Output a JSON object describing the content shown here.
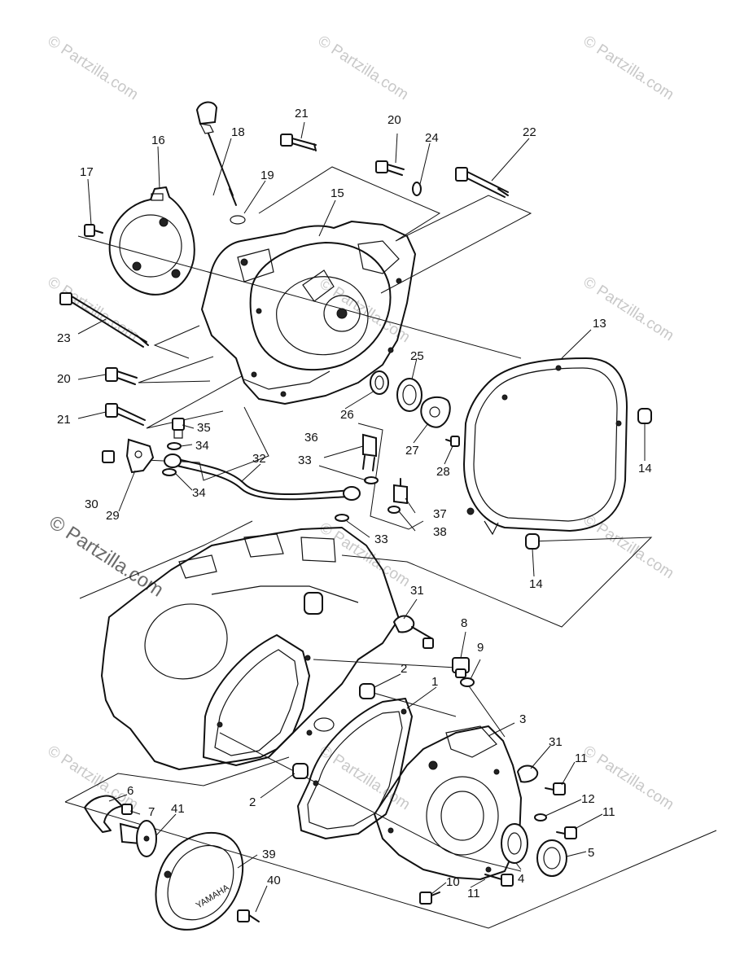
{
  "watermark": {
    "text": "© Partzilla.com"
  },
  "cover_logo_text": "YAMAHA",
  "colors": {
    "line": "#111111",
    "watermark": "#c8c8c8",
    "background": "#ffffff"
  },
  "callouts": [
    {
      "id": "c1",
      "label": "1"
    },
    {
      "id": "c2a",
      "label": "2"
    },
    {
      "id": "c2b",
      "label": "2"
    },
    {
      "id": "c3",
      "label": "3"
    },
    {
      "id": "c4",
      "label": "4"
    },
    {
      "id": "c5",
      "label": "5"
    },
    {
      "id": "c6",
      "label": "6"
    },
    {
      "id": "c7",
      "label": "7"
    },
    {
      "id": "c8",
      "label": "8"
    },
    {
      "id": "c9",
      "label": "9"
    },
    {
      "id": "c10",
      "label": "10"
    },
    {
      "id": "c11a",
      "label": "11"
    },
    {
      "id": "c11b",
      "label": "11"
    },
    {
      "id": "c11c",
      "label": "11"
    },
    {
      "id": "c12",
      "label": "12"
    },
    {
      "id": "c13",
      "label": "13"
    },
    {
      "id": "c14a",
      "label": "14"
    },
    {
      "id": "c14b",
      "label": "14"
    },
    {
      "id": "c15",
      "label": "15"
    },
    {
      "id": "c16",
      "label": "16"
    },
    {
      "id": "c17",
      "label": "17"
    },
    {
      "id": "c18",
      "label": "18"
    },
    {
      "id": "c19",
      "label": "19"
    },
    {
      "id": "c20a",
      "label": "20"
    },
    {
      "id": "c20b",
      "label": "20"
    },
    {
      "id": "c21a",
      "label": "21"
    },
    {
      "id": "c21b",
      "label": "21"
    },
    {
      "id": "c22",
      "label": "22"
    },
    {
      "id": "c23",
      "label": "23"
    },
    {
      "id": "c24",
      "label": "24"
    },
    {
      "id": "c25",
      "label": "25"
    },
    {
      "id": "c26",
      "label": "26"
    },
    {
      "id": "c27",
      "label": "27"
    },
    {
      "id": "c28",
      "label": "28"
    },
    {
      "id": "c29",
      "label": "29"
    },
    {
      "id": "c30",
      "label": "30"
    },
    {
      "id": "c31a",
      "label": "31"
    },
    {
      "id": "c31b",
      "label": "31"
    },
    {
      "id": "c32",
      "label": "32"
    },
    {
      "id": "c33a",
      "label": "33"
    },
    {
      "id": "c33b",
      "label": "33"
    },
    {
      "id": "c34a",
      "label": "34"
    },
    {
      "id": "c34b",
      "label": "34"
    },
    {
      "id": "c35",
      "label": "35"
    },
    {
      "id": "c36",
      "label": "36"
    },
    {
      "id": "c37",
      "label": "37"
    },
    {
      "id": "c38",
      "label": "38"
    },
    {
      "id": "c39",
      "label": "39"
    },
    {
      "id": "c40",
      "label": "40"
    },
    {
      "id": "c41",
      "label": "41"
    }
  ]
}
